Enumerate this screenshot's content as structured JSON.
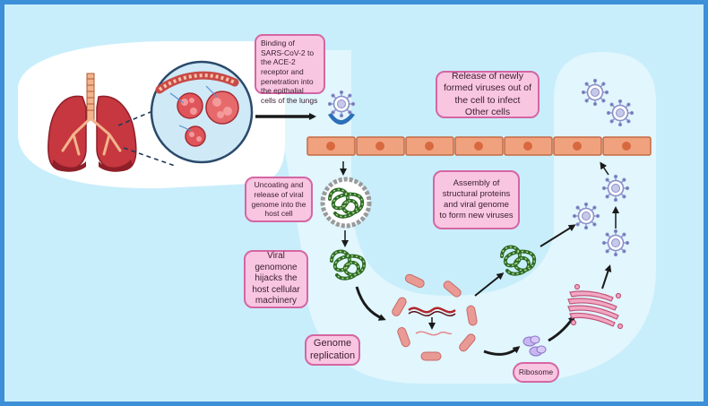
{
  "labels": {
    "binding": "Binding of SARS-CoV-2 to the ACE-2 receptor and penetration into the epithalial cells of the lungs",
    "release": "Release of newly formed viruses out of the cell to infect Other cells",
    "uncoating": "Uncoating and release of viral genome into the host cell",
    "assembly": "Assembly of structural proteins and viral genome to form new viruses",
    "hijack": "Viral genomone hijacks the host cellular machinery",
    "replication": "Genome replication",
    "ribosome": "Ribosome"
  },
  "colors": {
    "frame": "#3d8fd8",
    "background": "#c9eefb",
    "u_channel": "#e3f6fd",
    "cell": "#f0a27f",
    "nucleus": "#d8693f",
    "label_fill": "#f9c6e2",
    "label_border": "#d466a3",
    "virus": "#8a8fc8",
    "genome": "#2e6b2a",
    "vesicle": "#e48c8c",
    "receptor": "#2d6fb7"
  }
}
